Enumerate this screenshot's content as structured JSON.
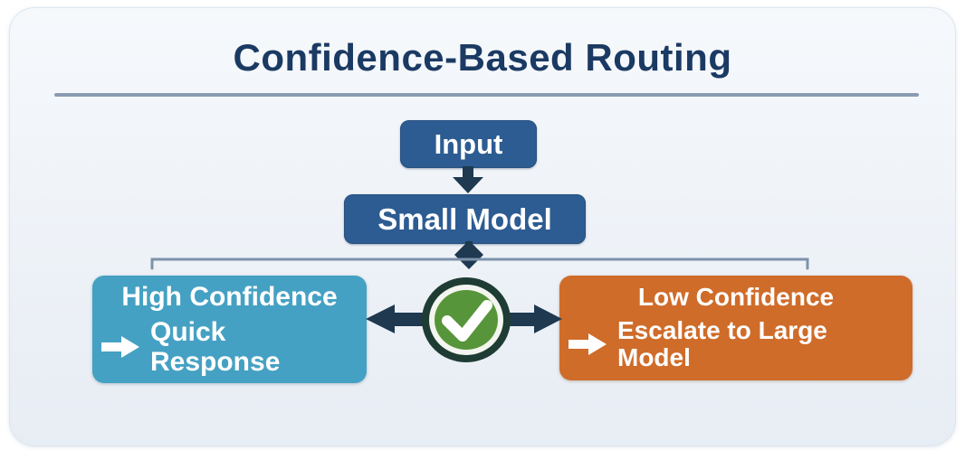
{
  "title": "Confidence-Based Routing",
  "flow": {
    "input": {
      "label": "Input"
    },
    "small_model": {
      "label": "Small Model"
    },
    "high_confidence": {
      "title": "High Confidence",
      "result": "Quick Response"
    },
    "low_confidence": {
      "title": "Low Confidence",
      "result": "Escalate to Large Model"
    }
  },
  "colors": {
    "title_text": "#1b3a63",
    "divider": "#8a9cb2",
    "node_blue": "#2d5c92",
    "high_confidence_teal": "#45a1c3",
    "low_confidence_orange": "#cf6c29",
    "connector_navy": "#1e3950",
    "badge_ring_dark": "#1e3c34",
    "badge_green": "#57953a",
    "badge_check": "#ffffff",
    "card_background": "#eff3f8"
  }
}
